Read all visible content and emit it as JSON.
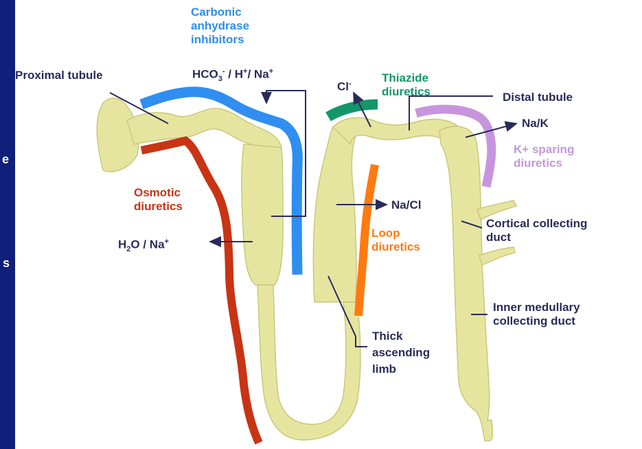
{
  "colors": {
    "tubule_fill": "#e6e5a0",
    "tubule_stroke": "#c9c77a",
    "carbonic": "#2f8ef0",
    "thiazide": "#12966a",
    "osmotic": "#c83414",
    "loop": "#ff7a10",
    "ksparing": "#c795de",
    "text": "#2a2a5a",
    "side_bar": "#0f1f7a"
  },
  "labels": {
    "carbonic": [
      "Carbonic",
      "anhydrase",
      "inhibitors"
    ],
    "hco3": {
      "base": "HCO",
      "sub": "3",
      "sup1": "-",
      "rest": " / H",
      "sup2": "+",
      "rest2": "/ Na",
      "sup3": "+"
    },
    "thiazide": [
      "Thiazide",
      "diuretics"
    ],
    "proximal": "Proximal tubule",
    "cl": {
      "base": "Cl",
      "sup": "-"
    },
    "distal": "Distal tubule",
    "nak": "Na/K",
    "ksparing": [
      "K+ sparing",
      "diuretics"
    ],
    "osmotic": [
      "Osmotic",
      "diuretics"
    ],
    "nacl": "Na/Cl",
    "loop": [
      "Loop",
      "diuretics"
    ],
    "h2o": {
      "base": "H",
      "sub": "2",
      "rest": "O / Na",
      "sup": "+"
    },
    "cortical": [
      "Cortical collecting",
      "duct"
    ],
    "inner": [
      "Inner medullary",
      "collecting duct"
    ],
    "thick": [
      "Thick",
      "ascending",
      "limb"
    ],
    "side_glyphs": [
      "e",
      "s"
    ]
  }
}
